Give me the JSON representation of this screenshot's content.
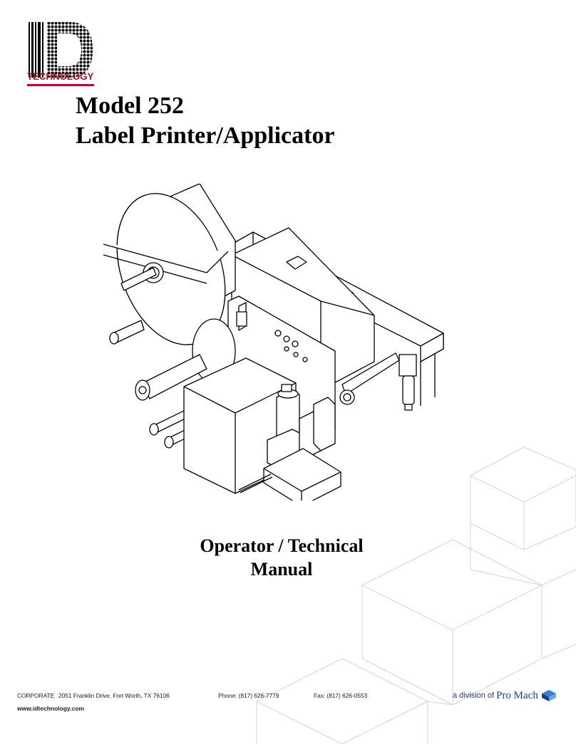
{
  "logo": {
    "brand_letters": "ID",
    "word": "TECHNOLOGY",
    "color": "#b0122c"
  },
  "title": {
    "line1": "Model 252",
    "line2": "Label Printer/Applicator"
  },
  "subtitle": {
    "line1": "Operator / Technical",
    "line2": "Manual"
  },
  "footer": {
    "corporate_label": "CORPORATE",
    "address": "2051 Franklin Drive,   Fort Worth, TX   76106",
    "phone": "Phone: (817) 626-7779",
    "fax": "Fax: (817) 626-0553",
    "website": "www.idtechnology.com",
    "division_prefix": "a division of",
    "division_brand": "Pro Mach",
    "division_color": "#1b3d8c"
  },
  "illustration": {
    "icon": "label-printer-applicator-drawing"
  }
}
